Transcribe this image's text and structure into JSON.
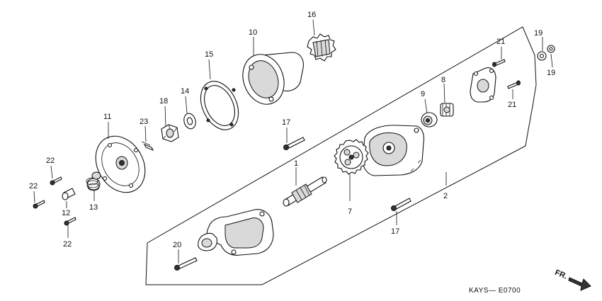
{
  "diagram": {
    "code": "KAYS— E0700",
    "direction_label": "FR.",
    "callouts": {
      "p1": "1",
      "p2": "2",
      "p7": "7",
      "p8": "8",
      "p9": "9",
      "p10": "10",
      "p11": "11",
      "p12": "12",
      "p13": "13",
      "p14": "14",
      "p15": "15",
      "p16": "16",
      "p17a": "17",
      "p17b": "17",
      "p18": "18",
      "p19a": "19",
      "p19b": "19",
      "p20": "20",
      "p21a": "21",
      "p21b": "21",
      "p22a": "22",
      "p22b": "22",
      "p22c": "22",
      "p23": "23"
    }
  }
}
